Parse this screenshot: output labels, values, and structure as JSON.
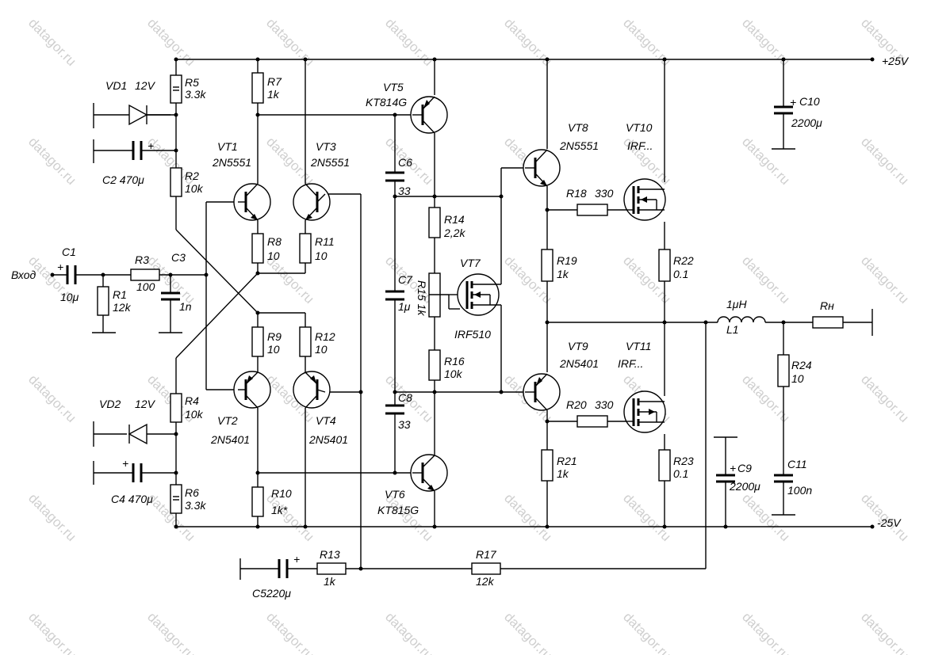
{
  "watermark": "datagor.ru",
  "labels": {
    "vplus": "+25V",
    "vminus": "-25V",
    "input": "Вход",
    "vd1": "VD1",
    "vd1_v": "12V",
    "vd2": "VD2",
    "vd2_v": "12V",
    "r5": "R5",
    "r5_v": "3.3k",
    "r7": "R7",
    "r7_v": "1k",
    "vt5": "VT5",
    "vt5_t": "KT814G",
    "c2": "C2  470μ",
    "r2": "R2",
    "r2_v": "10k",
    "vt1": "VT1",
    "vt1_t": "2N5551",
    "vt3": "VT3",
    "vt3_t": "2N5551",
    "c6": "C6",
    "c6_v": "33",
    "vt8": "VT8",
    "vt8_t": "2N5551",
    "vt10": "VT10",
    "vt10_t": "IRF...",
    "c10": "C10",
    "c10_v": "2200μ",
    "r18": "R18",
    "r18_v": "330",
    "r14": "R14",
    "r14_v": "2,2k",
    "c1": "C1",
    "c1_v": "10μ",
    "r3": "R3",
    "r3_v": "100",
    "c3": "C3",
    "c3_v": "1n",
    "r1": "R1",
    "r1_v": "12k",
    "r8": "R8",
    "r8_v": "10",
    "r11": "R11",
    "r11_v": "10",
    "c7": "C7",
    "c7_v": "1μ",
    "r15": "R15 1k",
    "vt7": "VT7",
    "vt7_t": "IRF510",
    "r19": "R19",
    "r19_v": "1k",
    "r22": "R22",
    "r22_v": "0.1",
    "l1_v": "1μH",
    "l1": "L1",
    "rn": "Rн",
    "r9": "R9",
    "r9_v": "10",
    "r12": "R12",
    "r12_v": "10",
    "r16": "R16",
    "r16_v": "10k",
    "vt9": "VT9",
    "vt9_t": "2N5401",
    "vt11": "VT11",
    "vt11_t": "IRF...",
    "r24": "R24",
    "r24_v": "10",
    "r4": "R4",
    "r4_v": "10k",
    "vt2": "VT2",
    "vt2_t": "2N5401",
    "vt4": "VT4",
    "vt4_t": "2N5401",
    "c8": "C8",
    "c8_v": "33",
    "r20": "R20",
    "r20_v": "330",
    "c4": "C4  470μ",
    "r6": "R6",
    "r6_v": "3.3k",
    "r10": "R10",
    "r10_v": "1k*",
    "vt6": "VT6",
    "vt6_t": "KT815G",
    "r21": "R21",
    "r21_v": "1k",
    "r23": "R23",
    "r23_v": "0.1",
    "c9": "C9",
    "c9_v": "2200μ",
    "c11": "C11",
    "c11_v": "100n",
    "c5": "C5220μ",
    "r13": "R13",
    "r13_v": "1k",
    "r17": "R17",
    "r17_v": "12k",
    "plus": "+"
  }
}
